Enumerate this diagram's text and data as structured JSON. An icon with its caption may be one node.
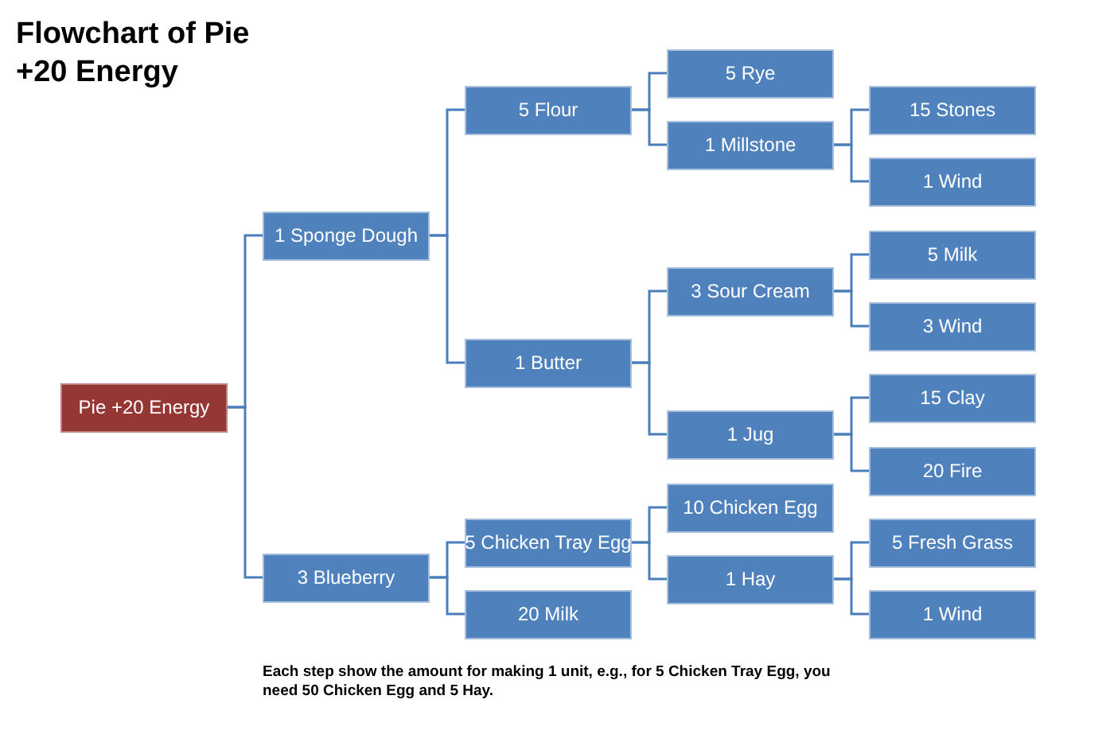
{
  "diagram": {
    "title": "Flowchart of Pie +20 Energy",
    "caption": "Each step show the amount for making 1 unit, e.g., for 5 Chicken Tray Egg, you need 50 Chicken Egg and 5 Hay.",
    "nodes": [
      {
        "text": [
          "Pie +20 Energy"
        ]
      },
      {
        "text": [
          "1 Sponge Dough"
        ]
      },
      {
        "text": [
          "5 Flour"
        ]
      },
      {
        "text": [
          "5 Rye"
        ]
      },
      {
        "text": [
          "1 Millstone"
        ]
      },
      {
        "text": [
          "15 Stones"
        ]
      },
      {
        "text": [
          "1 Wind"
        ]
      },
      {
        "text": [
          "1 Butter"
        ]
      },
      {
        "text": [
          "3 Sour Cream"
        ]
      },
      {
        "text": [
          "5 Milk"
        ]
      },
      {
        "text": [
          "3 Wind"
        ]
      },
      {
        "text": [
          "1 Jug"
        ]
      },
      {
        "text": [
          "15 Clay"
        ]
      },
      {
        "text": [
          "20 Fire"
        ]
      },
      {
        "text": [
          "3 Blueberry"
        ]
      },
      {
        "text": [
          "5 Chicken Tray Egg"
        ]
      },
      {
        "text": [
          "10 Chicken Egg"
        ]
      },
      {
        "text": [
          "1 Hay"
        ]
      },
      {
        "text": [
          "5 Fresh Grass"
        ]
      },
      {
        "text": [
          "1 Wind"
        ]
      },
      {
        "text": [
          "20 Milk"
        ]
      }
    ],
    "edges": [
      {
        "from": 0,
        "to": 1,
        "arrow": "none"
      },
      {
        "from": 0,
        "to": 14,
        "arrow": "none"
      },
      {
        "from": 1,
        "to": 2,
        "arrow": "none"
      },
      {
        "from": 1,
        "to": 7,
        "arrow": "none"
      },
      {
        "from": 2,
        "to": 3,
        "arrow": "none"
      },
      {
        "from": 2,
        "to": 4,
        "arrow": "none"
      },
      {
        "from": 4,
        "to": 5,
        "arrow": "none"
      },
      {
        "from": 4,
        "to": 6,
        "arrow": "none"
      },
      {
        "from": 7,
        "to": 8,
        "arrow": "none"
      },
      {
        "from": 7,
        "to": 11,
        "arrow": "none"
      },
      {
        "from": 8,
        "to": 9,
        "arrow": "none"
      },
      {
        "from": 8,
        "to": 10,
        "arrow": "none"
      },
      {
        "from": 11,
        "to": 12,
        "arrow": "none"
      },
      {
        "from": 11,
        "to": 13,
        "arrow": "none"
      },
      {
        "from": 14,
        "to": 15,
        "arrow": "none"
      },
      {
        "from": 14,
        "to": 20,
        "arrow": "none"
      },
      {
        "from": 15,
        "to": 16,
        "arrow": "none"
      },
      {
        "from": 15,
        "to": 17,
        "arrow": "none"
      },
      {
        "from": 17,
        "to": 18,
        "arrow": "none"
      },
      {
        "from": 17,
        "to": 19,
        "arrow": "none"
      }
    ]
  }
}
